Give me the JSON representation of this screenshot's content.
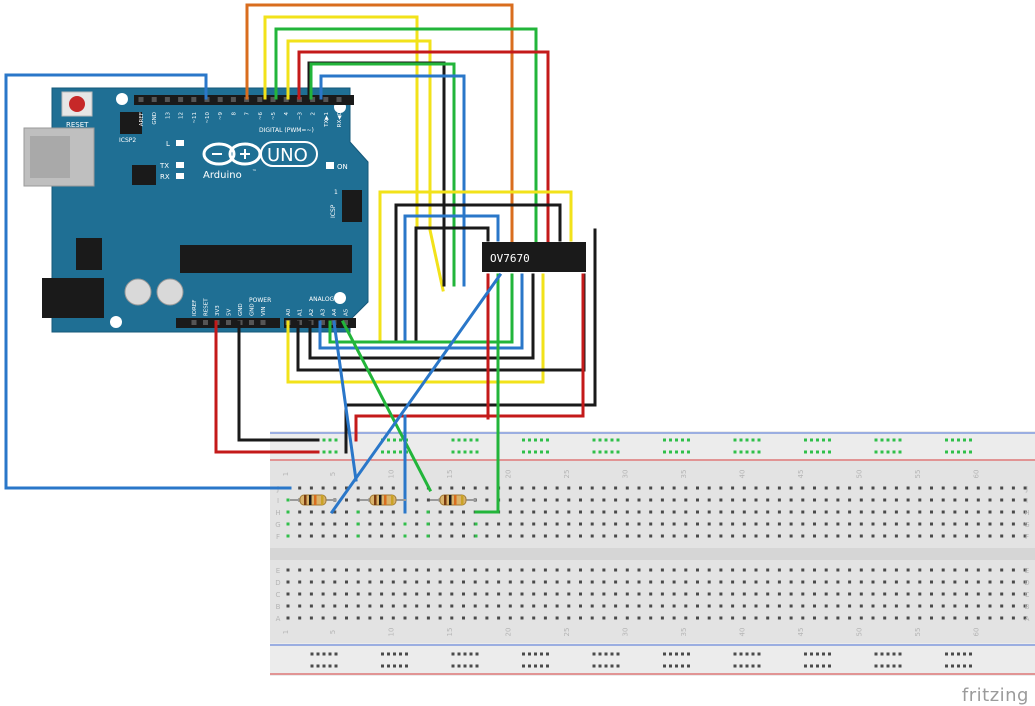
{
  "arduino": {
    "brand": "Arduino",
    "trademark": "™",
    "model": "UNO",
    "reset_label": "RESET",
    "icsp2_label": "ICSP2",
    "icsp_label": "ICSP",
    "digital_label": "DIGITAL (PWM=~)",
    "analog_label": "ANALOG IN",
    "power_label": "POWER",
    "on_label": "ON",
    "led_l": "L",
    "led_tx": "TX",
    "led_rx": "RX",
    "icsp_pin1": "1",
    "digital_pins": [
      "AREF",
      "GND",
      "13",
      "12",
      "~11",
      "~10",
      "~9",
      "8",
      "7",
      "~6",
      "~5",
      "4",
      "~3",
      "2",
      "TX▶1",
      "RX◀0"
    ],
    "power_pins": [
      "IOREF",
      "RESET",
      "3V3",
      "5V",
      "GND",
      "GND",
      "VIN"
    ],
    "analog_pins": [
      "A0",
      "A1",
      "A2",
      "A3",
      "A4",
      "A5"
    ]
  },
  "camera_module": {
    "label": "OV7670"
  },
  "breadboard": {
    "column_numbers": [
      "1",
      "5",
      "10",
      "15",
      "20",
      "25",
      "30",
      "35",
      "40",
      "45",
      "50",
      "55",
      "60"
    ],
    "row_letters_top": [
      "J",
      "I",
      "H",
      "G",
      "F"
    ],
    "row_letters_bottom": [
      "E",
      "D",
      "C",
      "B",
      "A"
    ]
  },
  "colors": {
    "board": "#1f6f94",
    "wire_red": "#c41a1a",
    "wire_black": "#1a1a1a",
    "wire_blue": "#2a77c9",
    "wire_yellow": "#f2e21a",
    "wire_green": "#22b53a",
    "wire_orange": "#d96d1e"
  },
  "watermark": "fritzing"
}
